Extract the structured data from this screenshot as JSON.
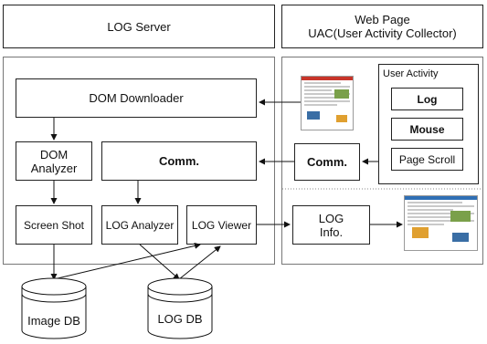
{
  "header": {
    "left_title": "LOG Server",
    "right_title_line1": "Web Page",
    "right_title_line2": "UAC(User Activity Collector)"
  },
  "server": {
    "dom_downloader": "DOM Downloader",
    "dom_analyzer_line1": "DOM",
    "dom_analyzer_line2": "Analyzer",
    "comm": "Comm.",
    "screen_shot": "Screen Shot",
    "log_analyzer": "LOG Analyzer",
    "log_viewer": "LOG Viewer"
  },
  "client": {
    "user_activity_title": "User Activity",
    "activities": [
      "Log",
      "Mouse",
      "Page Scroll"
    ],
    "comm": "Comm.",
    "log_info_line1": "LOG",
    "log_info_line2": "Info."
  },
  "databases": {
    "image_db": "Image DB",
    "log_db": "LOG DB"
  }
}
